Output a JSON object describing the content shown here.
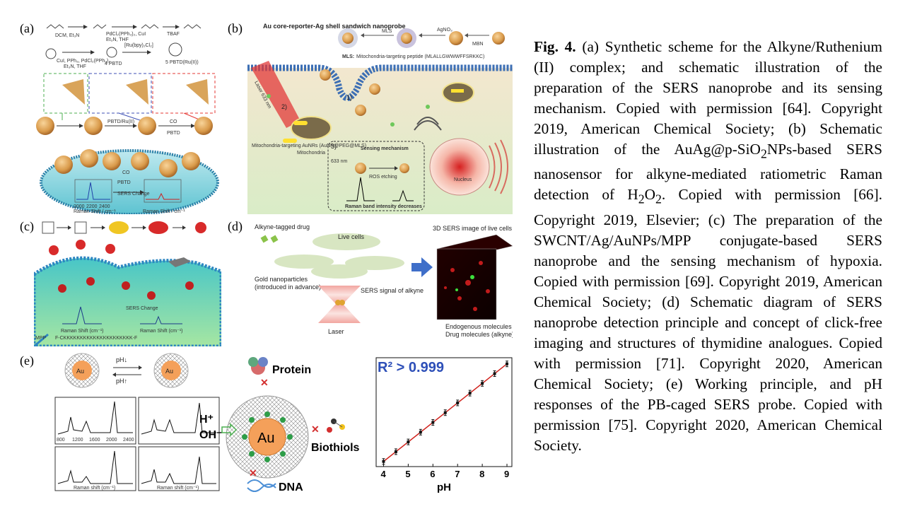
{
  "panels": {
    "a": {
      "label": "(a)",
      "reagents": [
        "DCM, Et₃N",
        "PdCl₂(PPh₃)₂, CuI",
        "Et₃N, THF",
        "TBAF",
        "CuI, PPh₃, PdCl₂(PPh₃)₂",
        "Et₃N, THF",
        "[Ru(bpy)₂Cl₂]",
        "4 PBTD",
        "5 PBTD(Ru(II))"
      ],
      "step_labels": [
        "PBTD/Ru(II)",
        "CO",
        "PBTD"
      ],
      "cell_labels": [
        "CO",
        "PBTD",
        "SERS Change"
      ],
      "axis_labels": [
        "2000",
        "2200",
        "2400",
        "Raman Shift / cm⁻¹",
        "Raman Shift / cm⁻¹"
      ]
    },
    "b": {
      "label": "(b)",
      "title": "Au core-reporter-Ag shell sandwich nanoprobe",
      "top_labels": [
        "MLS",
        "MBN",
        "AgNO₃",
        "MLS:",
        "Mitochondria-targeting peptide (MLALLGWWWFFSRKKC)"
      ],
      "labels": [
        "Laser 633 nm",
        "1)",
        "2)",
        "3)",
        "Mitochondria-targeting AuNRs (AuNR@PEG@MLS)",
        "Mitochondria",
        "Sensing mechanism",
        "633 nm",
        "ROS etching",
        "Raman band intensity decreases",
        "Nucleus"
      ]
    },
    "c": {
      "label": "(c)",
      "labels": [
        "SERS Change",
        "Raman Shift (cm⁻¹)",
        "Raman Shift (cm⁻¹)",
        "MPP",
        "F-CKKKKKKKKKKKKKKKKKKKKK-F"
      ]
    },
    "d": {
      "label": "(d)",
      "labels": [
        "Alkyne-tagged drug",
        "Live cells",
        "Gold nanoparticles",
        "(introduced in advance)",
        "SERS signal of alkyne",
        "Laser",
        "3D SERS image of live cells",
        "Endogenous molecules",
        "Drug molecules (alkyne)"
      ]
    },
    "e": {
      "label": "(e)",
      "core": "Au",
      "ph_down": "pH↓",
      "ph_up": "pH↑",
      "spectra_xticks": [
        "800",
        "1200",
        "1600",
        "2000",
        "2400"
      ],
      "spectra_xlabel": "Raman shift (cm⁻¹)",
      "interferents": [
        "Protein",
        "Biothiols",
        "DNA"
      ],
      "ions": [
        "H⁺",
        "OH⁻"
      ],
      "r2": "R² > 0.999"
    }
  },
  "chart_data": {
    "type": "scatter",
    "title": "R² > 0.999",
    "xlabel": "pH",
    "ylabel": "",
    "x": [
      4,
      4.5,
      5,
      5.5,
      6,
      6.5,
      7,
      7.5,
      8,
      8.5,
      9
    ],
    "y": [
      0.05,
      0.145,
      0.24,
      0.335,
      0.43,
      0.525,
      0.62,
      0.715,
      0.81,
      0.905,
      1.0
    ],
    "xticks": [
      "4",
      "5",
      "6",
      "7",
      "8",
      "9"
    ],
    "xlim": [
      3.7,
      9.2
    ],
    "ylim": [
      0,
      1.06
    ],
    "fit_line": true,
    "colors": {
      "points": "#111111",
      "fit": "#d0201a",
      "title": "#2d4fb8"
    }
  },
  "caption": {
    "fig": "Fig. 4.",
    "text_1": " (a) Synthetic scheme for the Alkyne/Ruthenium (II) complex; and schematic illustration of the preparation of the SERS nanoprobe and its sensing mechanism. Copied with permission [64]. Copyright 2019, American Chemical Society; (b) Schematic illustration of the AuAg@p-SiO",
    "sub_1": "2",
    "text_2": "NPs-based SERS nanosensor for alkyne-mediated ratiometric Raman detection of H",
    "sub_2": "2",
    "text_3": "O",
    "sub_3": "2",
    "text_4": ". Copied with permission [66]. Copyright 2019, Elsevier; (c) The preparation of the SWCNT/Ag/AuNPs/MPP conjugate-based SERS nanoprobe and the sensing mechanism of hypoxia. Copied with permission [69]. Copyright 2019, American Chemical Society; (d) Schematic diagram of SERS nanoprobe detection principle and concept of click-free imaging and structures of thymidine analogues. Copied with permission [71]. Copyright 2020, American Chemical Society; (e) Working principle, and pH responses of the PB-caged SERS probe. Copied with permission [75]. Copyright 2020, American Chemical Society."
  }
}
